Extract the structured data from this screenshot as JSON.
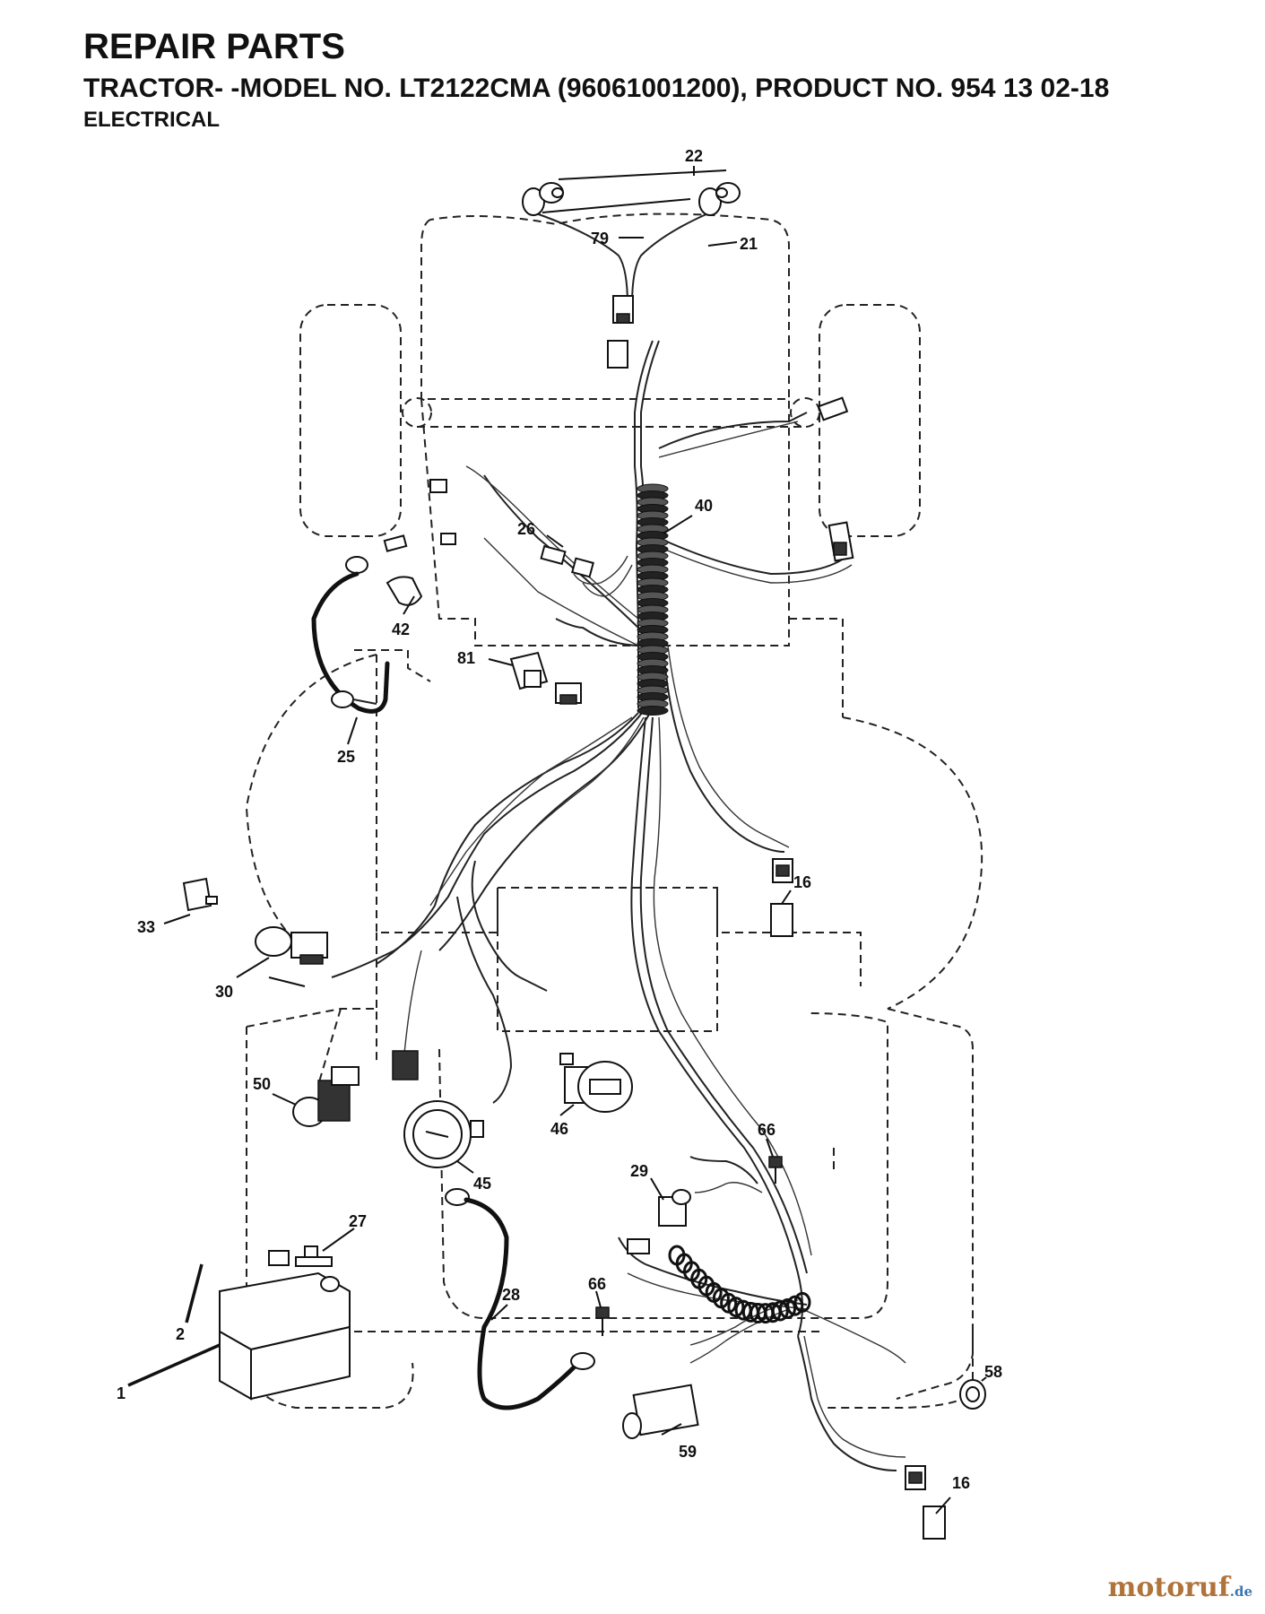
{
  "header": {
    "title": "REPAIR PARTS",
    "model_line": "TRACTOR- -MODEL NO. LT2122CMA (96061001200), PRODUCT NO. 954 13 02-18",
    "section": "ELECTRICAL"
  },
  "callouts": {
    "c1": "1",
    "c2": "2",
    "c16a": "16",
    "c16b": "16",
    "c21": "21",
    "c22": "22",
    "c25": "25",
    "c26": "26",
    "c27": "27",
    "c28": "28",
    "c29": "29",
    "c30": "30",
    "c33": "33",
    "c40": "40",
    "c42": "42",
    "c45": "45",
    "c46": "46",
    "c50": "50",
    "c58": "58",
    "c59": "59",
    "c66a": "66",
    "c66b": "66",
    "c79": "79",
    "c81": "81"
  },
  "watermark": {
    "name": "motoruf",
    "suffix": ".de"
  }
}
